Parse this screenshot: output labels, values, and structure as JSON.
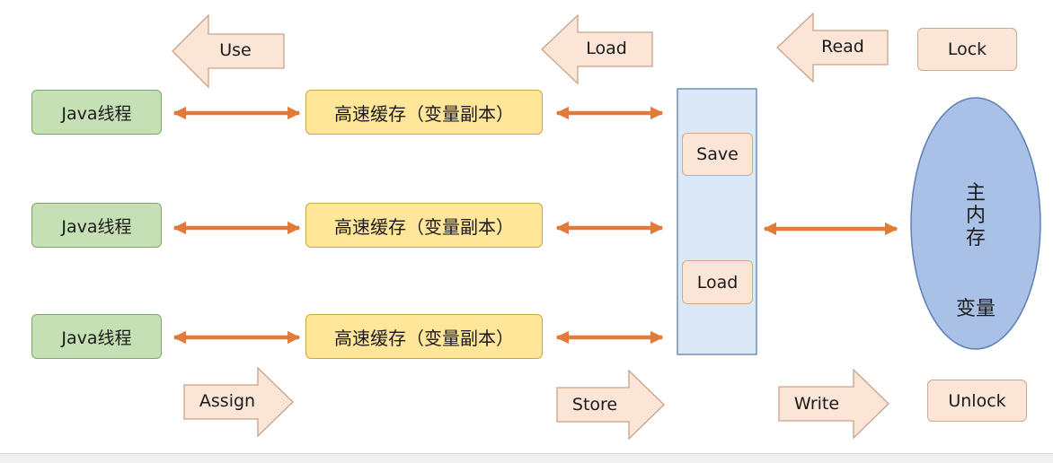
{
  "threads": [
    {
      "label": "Java线程"
    },
    {
      "label": "Java线程"
    },
    {
      "label": "Java线程"
    }
  ],
  "caches": [
    {
      "label": "高速缓存（变量副本）"
    },
    {
      "label": "高速缓存（变量副本）"
    },
    {
      "label": "高速缓存（变量副本）"
    }
  ],
  "buffer": {
    "save_label": "Save",
    "load_label": "Load"
  },
  "main_memory": {
    "title_lines": [
      "主",
      "内",
      "存"
    ],
    "variable_label": "变量"
  },
  "operations": {
    "use": "Use",
    "load": "Load",
    "read": "Read",
    "lock": "Lock",
    "assign": "Assign",
    "store": "Store",
    "write": "Write",
    "unlock": "Unlock"
  },
  "colors": {
    "thread_fill": "#c5e0b4",
    "cache_fill": "#ffe699",
    "op_fill": "#fbe5d6",
    "buffer_fill": "#dae8f7",
    "memory_fill": "#a9c1e6",
    "connector": "#e07b39"
  }
}
